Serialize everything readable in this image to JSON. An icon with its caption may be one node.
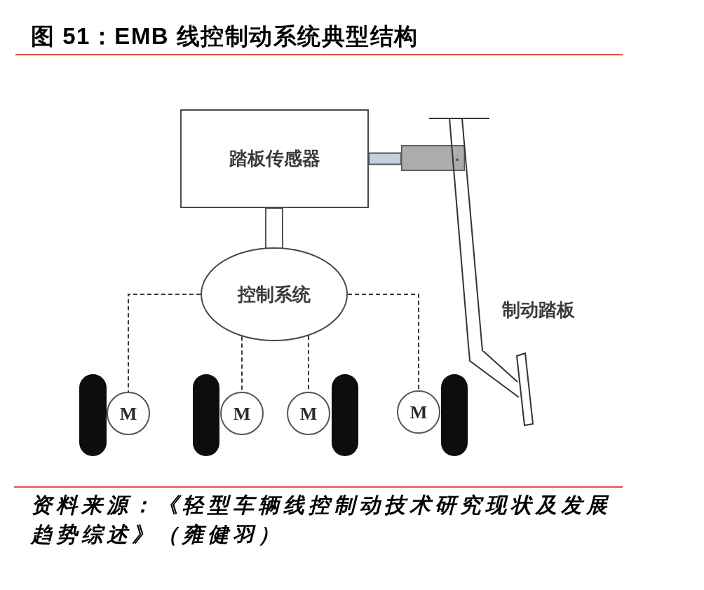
{
  "diagram": {
    "title": "图 51：EMB 线控制动系统典型结构",
    "caption": "资料来源：《轻型车辆线控制动技术研究现状及发展趋势综述》（雍健羽）",
    "nodes": [
      {
        "text": [
          "踏板传感器"
        ]
      },
      {
        "text": [
          "控制系统"
        ]
      },
      {
        "text": [
          "M"
        ]
      },
      {
        "text": [
          "M"
        ]
      },
      {
        "text": [
          "M"
        ]
      },
      {
        "text": [
          "M"
        ]
      },
      {
        "text": [],
        "shape": "cylinder"
      },
      {
        "text": [],
        "shape": "picture",
        "beside": [
          "制动踏板"
        ]
      }
    ],
    "edges": [
      {
        "from": 0,
        "to": 1,
        "arrow": "none",
        "style": "thick"
      },
      {
        "from": 0,
        "to": 6,
        "arrow": "none",
        "style": "thick",
        "color": "#c5cfe0"
      },
      {
        "from": 1,
        "to": 2,
        "arrow": "none",
        "style": "dashed"
      },
      {
        "from": 1,
        "to": 3,
        "arrow": "none",
        "style": "dashed"
      },
      {
        "from": 1,
        "to": 4,
        "arrow": "none",
        "style": "dashed"
      },
      {
        "from": 1,
        "to": 5,
        "arrow": "none",
        "style": "dashed"
      }
    ]
  }
}
